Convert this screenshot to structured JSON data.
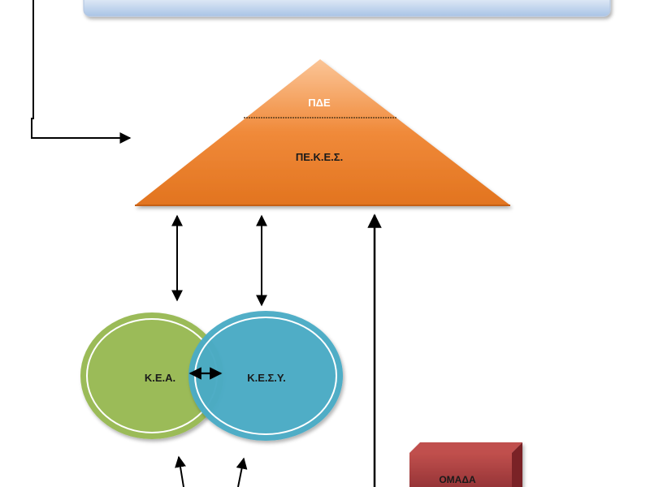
{
  "diagram": {
    "nodes": {
      "pde": {
        "label": "ΠΔΕ"
      },
      "pekes": {
        "label": "ΠΕ.Κ.Ε.Σ."
      },
      "kea": {
        "label": "Κ.Ε.Α."
      },
      "kesy": {
        "label": "Κ.Ε.Σ.Υ."
      },
      "omada": {
        "label": "ΟΜΑΔΑ"
      }
    },
    "colors": {
      "banner_top": "#ffffff",
      "banner_bottom": "#a9c4e6",
      "triangle_light": "#f7b27a",
      "triangle_dark": "#e2741f",
      "circle_green": "#9bbb59",
      "circle_blue": "#4bacc6",
      "box_red": "#a33a3e",
      "arrow": "#000000"
    },
    "edges": [
      {
        "from": "banner",
        "to": "pekes",
        "direction": "one-way"
      },
      {
        "from": "pekes",
        "to": "kea",
        "direction": "two-way"
      },
      {
        "from": "pekes",
        "to": "kesy",
        "direction": "two-way"
      },
      {
        "from": "kea",
        "to": "kesy",
        "direction": "two-way"
      },
      {
        "from": "bottom",
        "to": "pekes",
        "direction": "one-way"
      },
      {
        "from": "bottom",
        "to": "kea",
        "direction": "one-way"
      },
      {
        "from": "bottom",
        "to": "kesy",
        "direction": "one-way"
      }
    ]
  }
}
